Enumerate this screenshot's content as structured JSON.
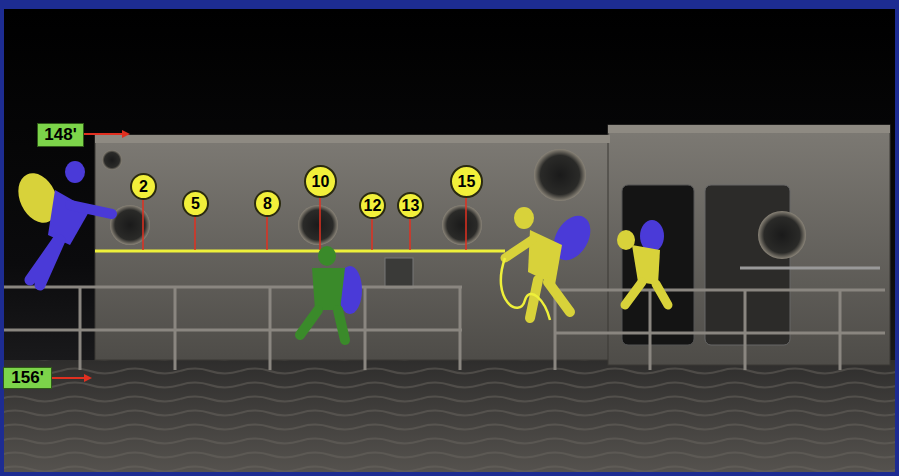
{
  "diagram": {
    "labels": [
      "148'",
      "156'",
      "2",
      "5",
      "8",
      "10",
      "12",
      "13",
      "15"
    ]
  }
}
